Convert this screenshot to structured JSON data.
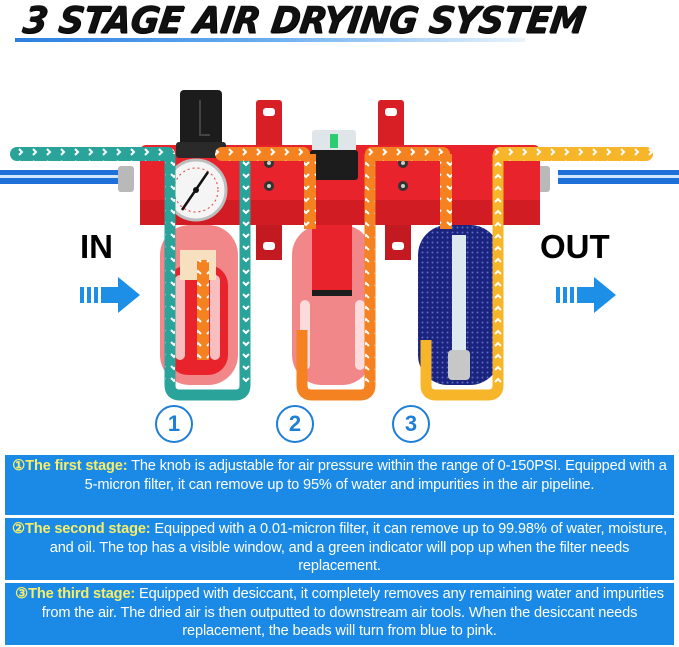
{
  "title": "3 STAGE AIR DRYING SYSTEM",
  "diagram": {
    "inlet_label": "IN",
    "outlet_label": "OUT",
    "stage_markers": [
      "1",
      "2",
      "3"
    ],
    "icons": {
      "inlet_arrow": "arrow-right-icon",
      "outlet_arrow": "arrow-right-icon",
      "pressure_gauge": "gauge-icon",
      "regulator_knob": "knob-icon",
      "filter_indicator": "indicator-icon"
    },
    "colors": {
      "stage1_flow": "#2aa39a",
      "stage2_flow": "#f58220",
      "stage3_flow": "#f7b52a",
      "body_red": "#e8232b",
      "pipe_blue": "#1e6fd8",
      "desiccant_blue": "#1a237e",
      "arrow_blue": "#1e8fe6",
      "panel_blue": "#1b8ae6",
      "lead_yellow": "#f6ee6a"
    }
  },
  "stages": [
    {
      "marker": "①",
      "lead": "The first stage:",
      "text": " The knob is adjustable for air pressure within the range of 0-150PSI. Equipped with a 5-micron filter, it can remove up to 95% of water and impurities in the air pipeline."
    },
    {
      "marker": "②",
      "lead": "The second stage:",
      "text": " Equipped with a 0.01-micron filter, it can remove up to 99.98% of water, moisture, and oil. The top has a visible window, and a green indicator will pop up when the filter needs replacement."
    },
    {
      "marker": "③",
      "lead": "The third stage:",
      "text": " Equipped with desiccant, it completely removes any remaining water and impurities from the air. The dried air is then outputted to downstream air tools. When the desiccant needs replacement, the beads will turn from blue to pink."
    }
  ]
}
